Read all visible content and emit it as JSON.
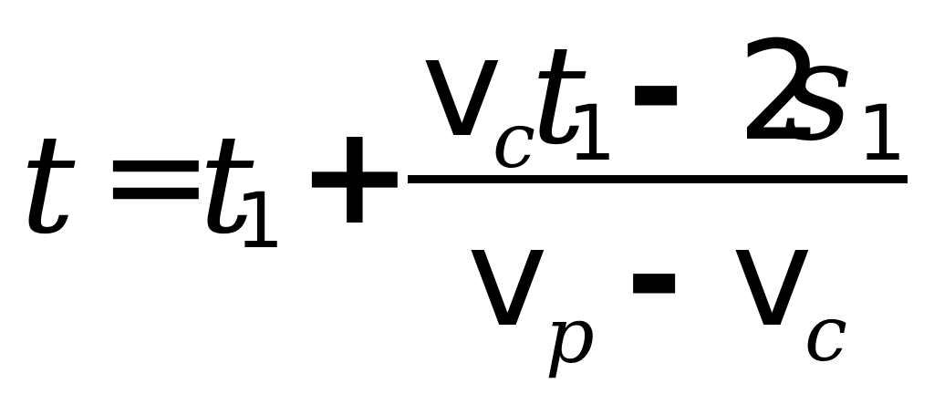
{
  "formula": {
    "lhs": {
      "variable": "t"
    },
    "equals": "=",
    "term1": {
      "variable": "t",
      "subscript": "1"
    },
    "plus": "+",
    "fraction": {
      "numerator": {
        "v_symbol": "v",
        "v_subscript": "c",
        "t_symbol": "t",
        "t_subscript": "1",
        "minus": "-",
        "coefficient": "2",
        "s_symbol": "s",
        "s_subscript": "1"
      },
      "denominator": {
        "v1_symbol": "v",
        "v1_subscript": "p",
        "minus": "-",
        "v2_symbol": "v",
        "v2_subscript": "c"
      }
    }
  }
}
